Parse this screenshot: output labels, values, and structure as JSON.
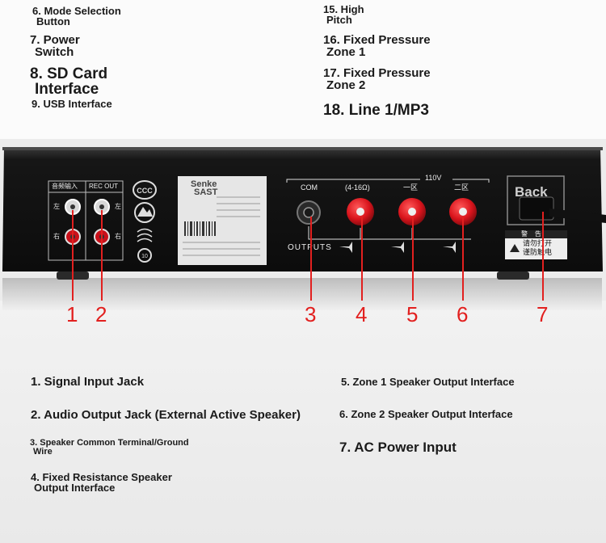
{
  "top_labels_left": [
    {
      "line1": "6. Mode Selection",
      "line2": "Button"
    },
    {
      "line1": "7. Power",
      "line2": "Switch"
    },
    {
      "line1": "8. SD Card",
      "line2": "Interface"
    },
    {
      "line1": "9. USB Interface",
      "line2": ""
    }
  ],
  "top_labels_right": [
    {
      "line1": "15. High",
      "line2": "Pitch"
    },
    {
      "line1": "16. Fixed Pressure",
      "line2": "Zone 1"
    },
    {
      "line1": "17. Fixed Pressure",
      "line2": "Zone 2"
    },
    {
      "line1": "18. Line 1/MP3",
      "line2": ""
    }
  ],
  "panel": {
    "jack_in_label": "音频输入",
    "rec_out_label": "REC OUT",
    "left_char": "左",
    "right_char": "右",
    "brand": "Senke",
    "sast": "SAST",
    "voltage": "110V",
    "com": "COM",
    "ohm": "(4-16Ω)",
    "zone1": "一区",
    "zone2": "二区",
    "outputs": "OUTPUTS",
    "back": "Back",
    "warn_title": "警    告",
    "warn_line1": "请勿打开",
    "warn_line2": "谨防触电"
  },
  "callout_numbers": [
    "1",
    "2",
    "3",
    "4",
    "5",
    "6",
    "7"
  ],
  "bottom_labels": [
    {
      "line1": "1. Signal Input Jack",
      "line2": ""
    },
    {
      "line1": "2. Audio Output Jack (External Active Speaker)",
      "line2": ""
    },
    {
      "line1": "3. Speaker Common Terminal/Ground",
      "line2": "Wire"
    },
    {
      "line1": "4. Fixed Resistance Speaker",
      "line2": "Output Interface"
    },
    {
      "line1": "5. Zone 1 Speaker Output Interface",
      "line2": ""
    },
    {
      "line1": "6. Zone 2 Speaker Output Interface",
      "line2": ""
    },
    {
      "line1": "7. AC Power Input",
      "line2": ""
    }
  ],
  "colors": {
    "accent_red": "#e2201f",
    "chassis": "#141414",
    "terminal_red": "#d9141c"
  }
}
